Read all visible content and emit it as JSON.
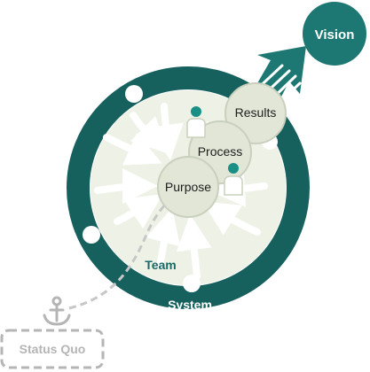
{
  "labels": {
    "vision": "Vision",
    "results": "Results",
    "process": "Process",
    "purpose": "Purpose",
    "team": "Team",
    "system": "System",
    "status_quo": "Status Quo"
  },
  "colors": {
    "teal_dark": "#16605e",
    "teal": "#1d7873",
    "teal_accent": "#1a8f86",
    "inner_bg": "#eef2e6",
    "bubble": "#e1e6d6",
    "bubble_stroke": "#c9d0bd",
    "gray": "#b5b5b5",
    "label_teal": "#1b6a67",
    "label_dark": "#1e1e1e"
  },
  "icons": [
    "person-icon",
    "anchor-icon",
    "arrow-bundle-icon"
  ]
}
